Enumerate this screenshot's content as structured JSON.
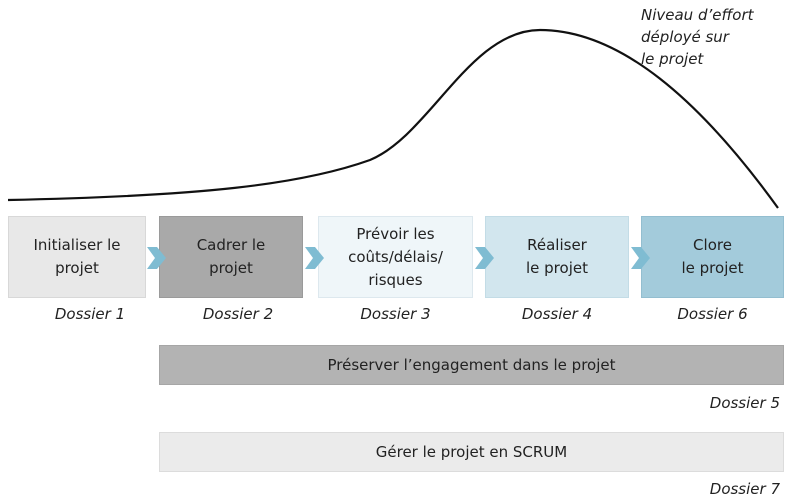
{
  "curve": {
    "label_lines": [
      "Niveau d’effort",
      "déployé sur",
      "le projet"
    ]
  },
  "phases": [
    {
      "lines": [
        "Initialiser le",
        "projet"
      ],
      "dossier": "Dossier 1"
    },
    {
      "lines": [
        "Cadrer le",
        "projet"
      ],
      "dossier": "Dossier 2"
    },
    {
      "lines": [
        "Prévoir les",
        "coûts/délais/",
        "risques"
      ],
      "dossier": "Dossier 3"
    },
    {
      "lines": [
        "Réaliser",
        "le projet"
      ],
      "dossier": "Dossier 4"
    },
    {
      "lines": [
        "Clore",
        "le projet"
      ],
      "dossier": "Dossier 6"
    }
  ],
  "bars": [
    {
      "label": "Préserver l’engagement dans le projet",
      "dossier": "Dossier 5"
    },
    {
      "label": "Gérer le projet en SCRUM",
      "dossier": "Dossier 7"
    }
  ],
  "colors": {
    "curve": "#111111",
    "arrow": "#7fbcd2",
    "phase_1": "#e8e8e8",
    "phase_2": "#a9a9a9",
    "phase_3": "#eff6f9",
    "phase_4": "#d2e6ee",
    "phase_5": "#a3cbdb",
    "bar_engagement": "#b3b3b3",
    "bar_scrum": "#ebebeb"
  }
}
